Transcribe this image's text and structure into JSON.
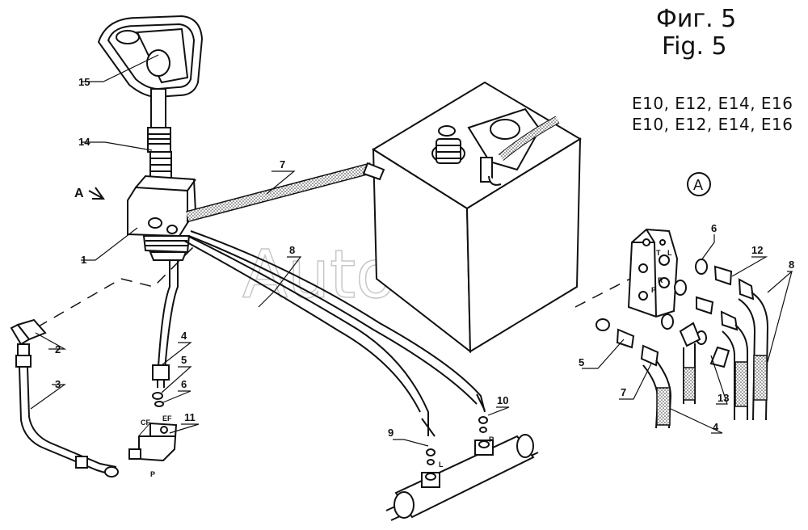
{
  "title": {
    "ru": "Фиг. 5",
    "en": "Fig. 5"
  },
  "models": [
    "E10, E12, E14, E16",
    "E10, E12, E14, E16"
  ],
  "view_marker": "A",
  "view_circle": "A",
  "watermark": "AutoSoft",
  "callouts": {
    "c1": "1",
    "c2": "2",
    "c3": "3",
    "c4": "4",
    "c5": "5",
    "c6": "6",
    "c7": "7",
    "c8": "8",
    "c9": "9",
    "c10": "10",
    "c11": "11",
    "c14": "14",
    "c15": "15",
    "d6": "6",
    "d12": "12",
    "d8": "8",
    "d5": "5",
    "d7": "7",
    "d13": "13",
    "d4": "4"
  },
  "ports": {
    "cf": "CF",
    "ef": "EF",
    "p": "P",
    "l": "L",
    "r": "R",
    "blk_t": "T",
    "blk_l": "L",
    "blk_r": "R",
    "blk_p": "P"
  }
}
